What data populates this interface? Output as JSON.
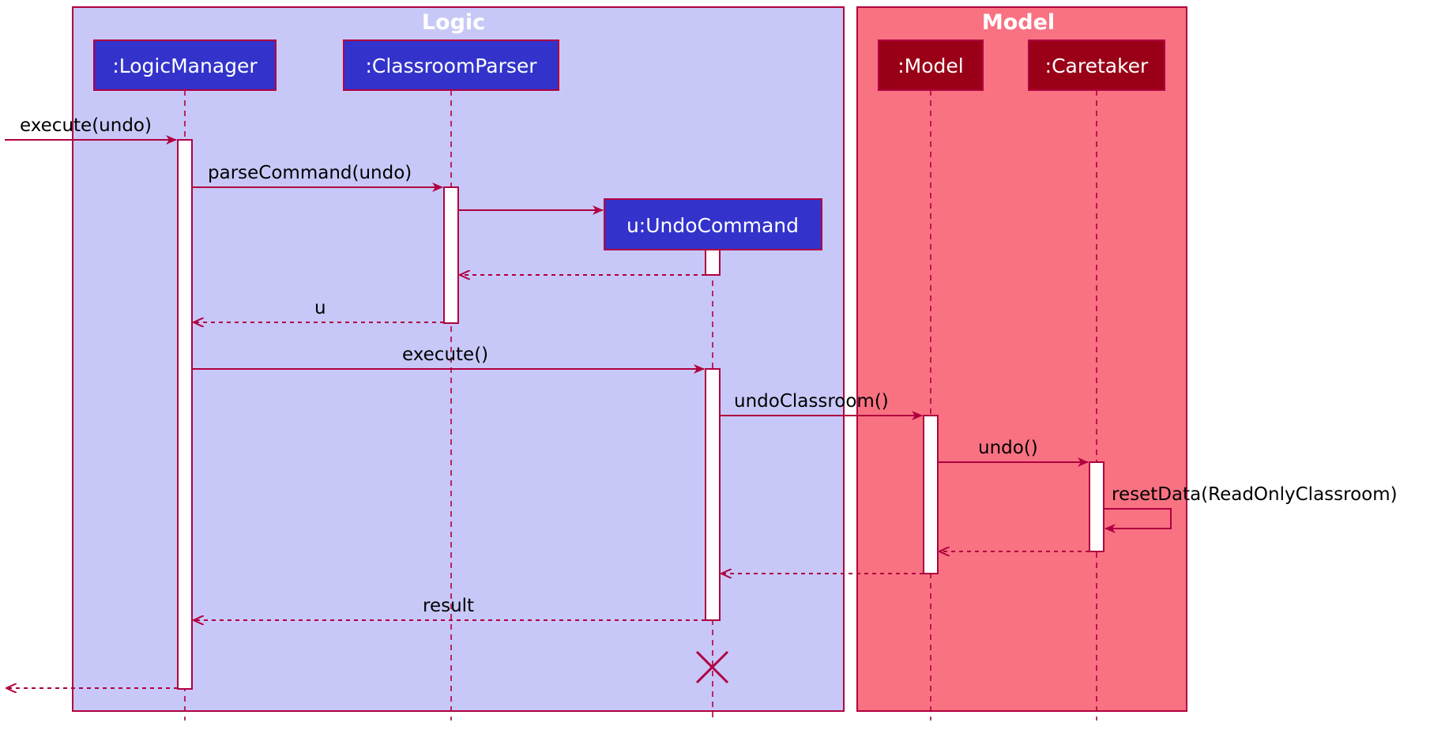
{
  "groups": {
    "logic": {
      "title": "Logic"
    },
    "model": {
      "title": "Model"
    }
  },
  "participants": {
    "logic_manager": ":LogicManager",
    "classroom_parser": ":ClassroomParser",
    "undo_command": "u:UndoCommand",
    "model": ":Model",
    "caretaker": ":Caretaker"
  },
  "messages": {
    "execute_undo": "execute(undo)",
    "parse_command": "parseCommand(undo)",
    "return_u": "u",
    "execute": "execute()",
    "undo_classroom": "undoClassroom()",
    "undo": "undo()",
    "reset_data": "resetData(ReadOnlyClassroom)",
    "return_result": "result"
  },
  "colors": {
    "logic_bg": "#C8C8F8",
    "model_bg": "#F87282",
    "logic_box": "#3333CC",
    "model_box": "#990017",
    "border": "#B00040",
    "arrow": "#B00040"
  }
}
